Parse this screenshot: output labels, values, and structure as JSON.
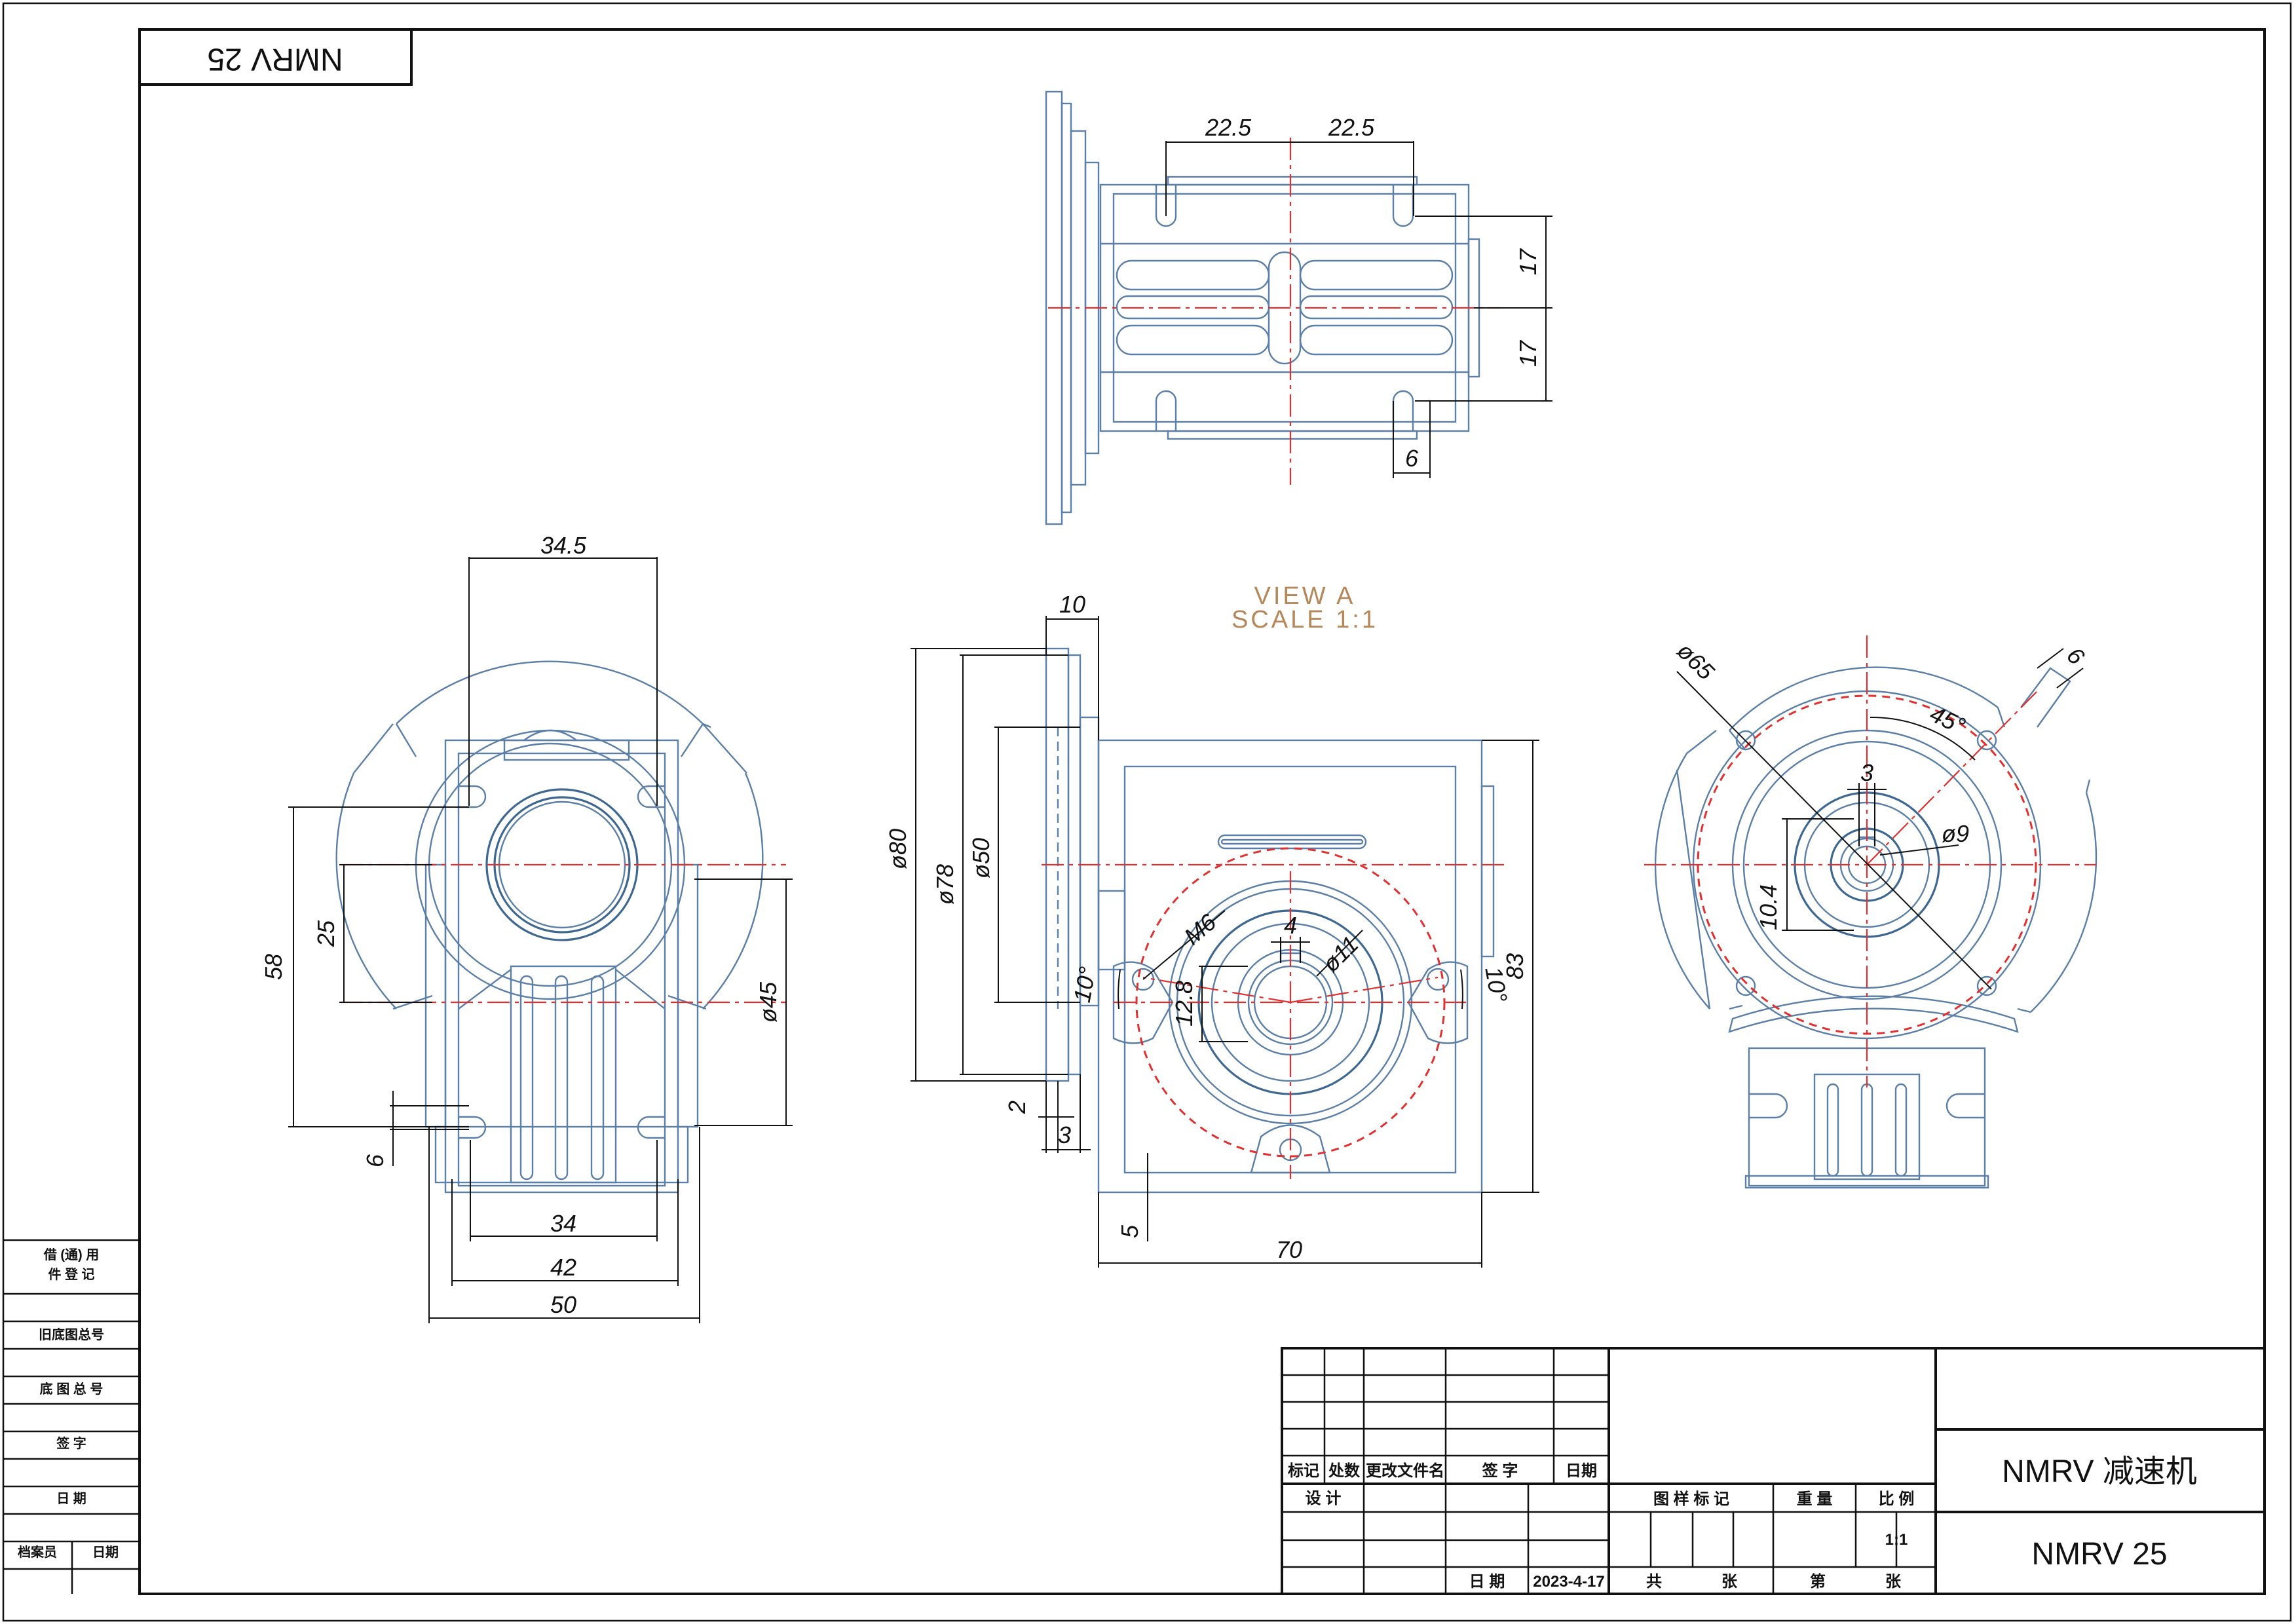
{
  "frame_label": "NMRV 25",
  "view_label": "VIEW A",
  "scale_label": "SCALE 1:1",
  "dimensions": {
    "d_22_5_left": "22.5",
    "d_22_5_right": "22.5",
    "d_17_top": "17",
    "d_17_bottom": "17",
    "d_6_top": "6",
    "d_34_5": "34.5",
    "d_58": "58",
    "d_25": "25",
    "d_45": "ø45",
    "d_6_left": "6",
    "d_34": "34",
    "d_42": "42",
    "d_50": "50",
    "d_10": "10",
    "d_80": "ø80",
    "d_78": "ø78",
    "d_50_dia": "ø50",
    "d_2": "2",
    "d_3": "3",
    "d_5": "5",
    "d_70": "70",
    "d_83": "83",
    "d_m6": "M6",
    "d_4": "4",
    "d_11": "ø11",
    "d_12_8": "12.8",
    "d_10deg_left": "10°",
    "d_10deg_right": "10°",
    "d_65": "ø65",
    "d_6_right": "6",
    "d_45deg": "45°",
    "d_3_right": "3",
    "d_9": "ø9",
    "d_10_4": "10.4"
  },
  "side_panel": {
    "row1_line1": "借 (通) 用",
    "row1_line2": "件  登  记",
    "row2": "旧底图总号",
    "row3": "底 图 总 号",
    "row4": "签    字",
    "row5": "日    期",
    "row6_a": "档案员",
    "row6_b": "日期"
  },
  "title_block": {
    "hdr_mark": "标记",
    "hdr_count": "处数",
    "hdr_doc": "更改文件名",
    "hdr_sign": "签 字",
    "hdr_date": "日期",
    "design": "设 计",
    "date_label": "日  期",
    "date_value": "2023-4-17",
    "pattern_mark": "图 样 标 记",
    "weight": "重 量",
    "ratio": "比 例",
    "ratio_value": "1:1",
    "total": "共",
    "sheets": "张",
    "page": "第",
    "page_sheets": "张",
    "product_name": "NMRV 减速机",
    "model": "NMRV 25"
  }
}
